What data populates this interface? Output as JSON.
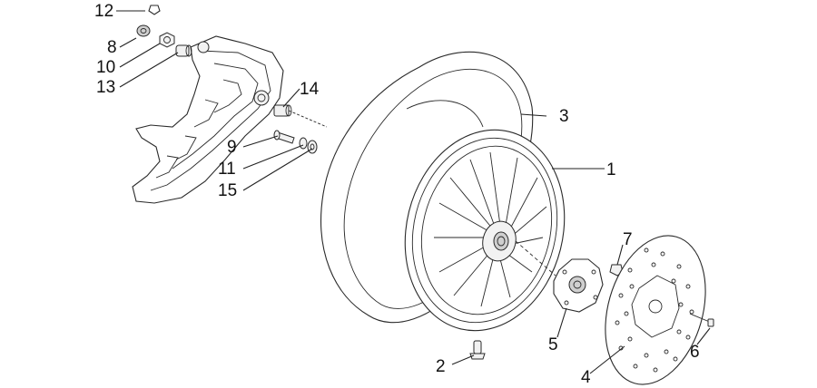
{
  "callouts": [
    {
      "id": "c12",
      "label": "12"
    },
    {
      "id": "c8",
      "label": "8"
    },
    {
      "id": "c10",
      "label": "10"
    },
    {
      "id": "c13",
      "label": "13"
    },
    {
      "id": "c14",
      "label": "14"
    },
    {
      "id": "c3",
      "label": "3"
    },
    {
      "id": "c1",
      "label": "1"
    },
    {
      "id": "c9",
      "label": "9"
    },
    {
      "id": "c11",
      "label": "11"
    },
    {
      "id": "c15",
      "label": "15"
    },
    {
      "id": "c7",
      "label": "7"
    },
    {
      "id": "c5",
      "label": "5"
    },
    {
      "id": "c6",
      "label": "6"
    },
    {
      "id": "c2",
      "label": "2"
    },
    {
      "id": "c4",
      "label": "4"
    }
  ]
}
